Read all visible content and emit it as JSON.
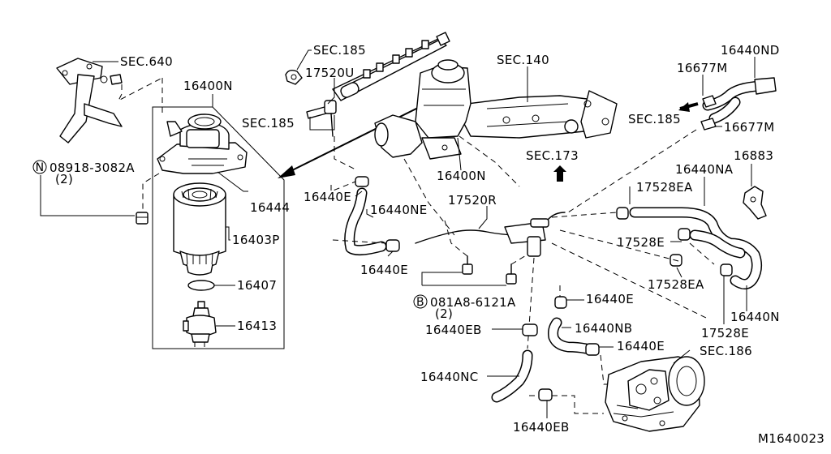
{
  "diagram": {
    "drawing_id": "M1640023",
    "labels": {
      "sec640": "SEC.640",
      "sec185_top": "SEC.185",
      "p17520U": "17520U",
      "sec185_left": "SEC.185",
      "sec140": "SEC.140",
      "p16440ND": "16440ND",
      "p16677M_top": "16677M",
      "sec185_right": "SEC.185",
      "p16677M_right": "16677M",
      "p16400N_box": "16400N",
      "n_marker": "N",
      "p08918": "08918-3082A",
      "p08918_qty": "(2)",
      "p16444": "16444",
      "p16403P": "16403P",
      "p16407": "16407",
      "p16413": "16413",
      "p16400N_center": "16400N",
      "sec173": "SEC.173",
      "p16883": "16883",
      "p16440NA": "16440NA",
      "p17528EA_top": "17528EA",
      "p16440E_a": "16440E",
      "p16440NE": "16440NE",
      "p17520R": "17520R",
      "p17528E_mid": "17528E",
      "p16440E_b": "16440E",
      "p17528EA_bottom": "17528EA",
      "b_marker": "B",
      "p081A8": "081A8-6121A",
      "p081A8_qty": "(2)",
      "p16440E_c": "16440E",
      "p16440N": "16440N",
      "p16440EB_mid": "16440EB",
      "p16440NB": "16440NB",
      "p17528E_bottom": "17528E",
      "p16440E_d": "16440E",
      "sec186": "SEC.186",
      "p16440NC": "16440NC",
      "p16440EB_bottom": "16440EB"
    }
  }
}
